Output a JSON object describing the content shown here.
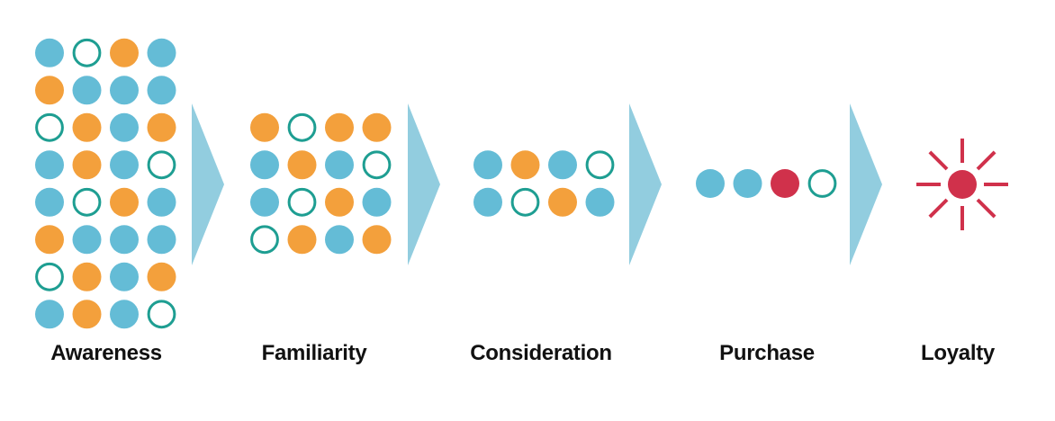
{
  "colors": {
    "blue": "#64BCD6",
    "orange": "#F3A03C",
    "red": "#D0314B",
    "teal_outline": "#1E9E92",
    "arrow": "#92CDDF",
    "text": "#111111"
  },
  "legend_kinds": {
    "b": "blue-circle",
    "o": "orange-circle",
    "r": "red-circle",
    "e": "empty-teal-circle"
  },
  "stages": [
    {
      "key": "awareness",
      "label": "Awareness",
      "grid": [
        [
          "b",
          "e",
          "o",
          "b"
        ],
        [
          "o",
          "b",
          "b",
          "b"
        ],
        [
          "e",
          "o",
          "b",
          "o"
        ],
        [
          "b",
          "o",
          "b",
          "e"
        ],
        [
          "b",
          "e",
          "o",
          "b"
        ],
        [
          "o",
          "b",
          "b",
          "b"
        ],
        [
          "e",
          "o",
          "b",
          "o"
        ],
        [
          "b",
          "o",
          "b",
          "e"
        ]
      ]
    },
    {
      "key": "familiarity",
      "label": "Familiarity",
      "grid": [
        [
          "o",
          "e",
          "o",
          "o"
        ],
        [
          "b",
          "o",
          "b",
          "e"
        ],
        [
          "b",
          "e",
          "o",
          "b"
        ],
        [
          "e",
          "o",
          "b",
          "o"
        ]
      ]
    },
    {
      "key": "consideration",
      "label": "Consideration",
      "grid": [
        [
          "b",
          "o",
          "b",
          "e"
        ],
        [
          "b",
          "e",
          "o",
          "b"
        ]
      ]
    },
    {
      "key": "purchase",
      "label": "Purchase",
      "grid": [
        [
          "b",
          "b",
          "r",
          "e"
        ]
      ]
    },
    {
      "key": "loyalty",
      "label": "Loyalty",
      "icon": "sun-burst-icon"
    }
  ]
}
